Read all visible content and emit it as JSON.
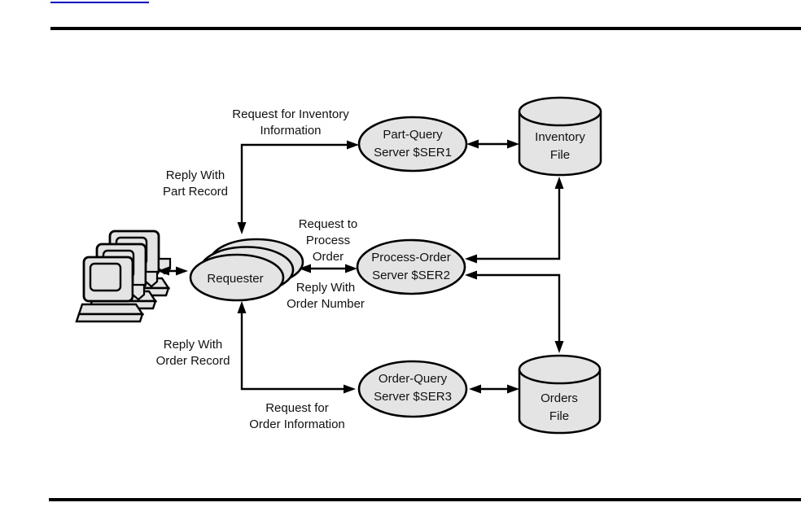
{
  "colors": {
    "background": "#ffffff",
    "shape_fill": "#e4e4e4",
    "line": "#000000",
    "link_underline": "#0000ee"
  },
  "nodes": {
    "requester": {
      "label": "Requester"
    },
    "part_query": {
      "line1": "Part-Query",
      "line2": "Server $SER1"
    },
    "process_order": {
      "line1": "Process-Order",
      "line2": "Server $SER2"
    },
    "order_query": {
      "line1": "Order-Query",
      "line2": "Server $SER3"
    },
    "inventory_file": {
      "line1": "Inventory",
      "line2": "File"
    },
    "orders_file": {
      "line1": "Orders",
      "line2": "File"
    }
  },
  "messages": {
    "request_inventory": {
      "line1": "Request for Inventory",
      "line2": "Information"
    },
    "reply_part": {
      "line1": "Reply With",
      "line2": "Part Record"
    },
    "request_process": {
      "line1": "Request to",
      "line2": "Process",
      "line3": "Order"
    },
    "reply_number": {
      "line1": "Reply With",
      "line2": "Order Number"
    },
    "reply_record": {
      "line1": "Reply With",
      "line2": "Order Record"
    },
    "request_order": {
      "line1": "Request for",
      "line2": "Order Information"
    }
  },
  "icons": {
    "clients": "terminal-stack-icon"
  }
}
